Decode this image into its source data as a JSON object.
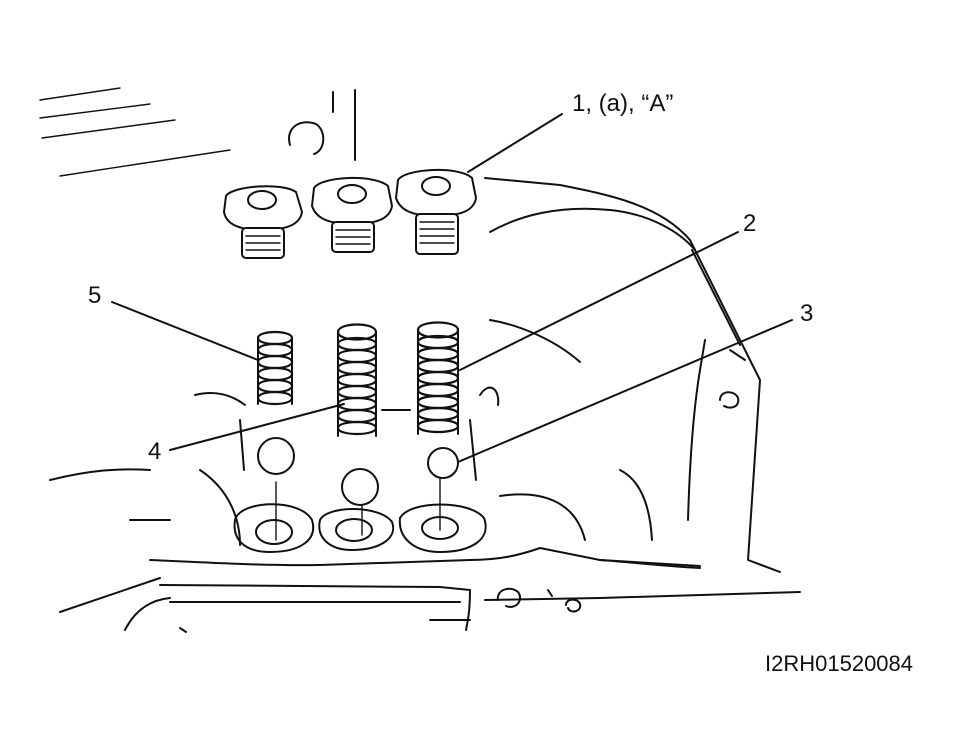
{
  "callouts": {
    "c1": "1, (a), “A”",
    "c2": "2",
    "c3": "3",
    "c4": "4",
    "c5": "5"
  },
  "figure_code": "I2RH01520084"
}
